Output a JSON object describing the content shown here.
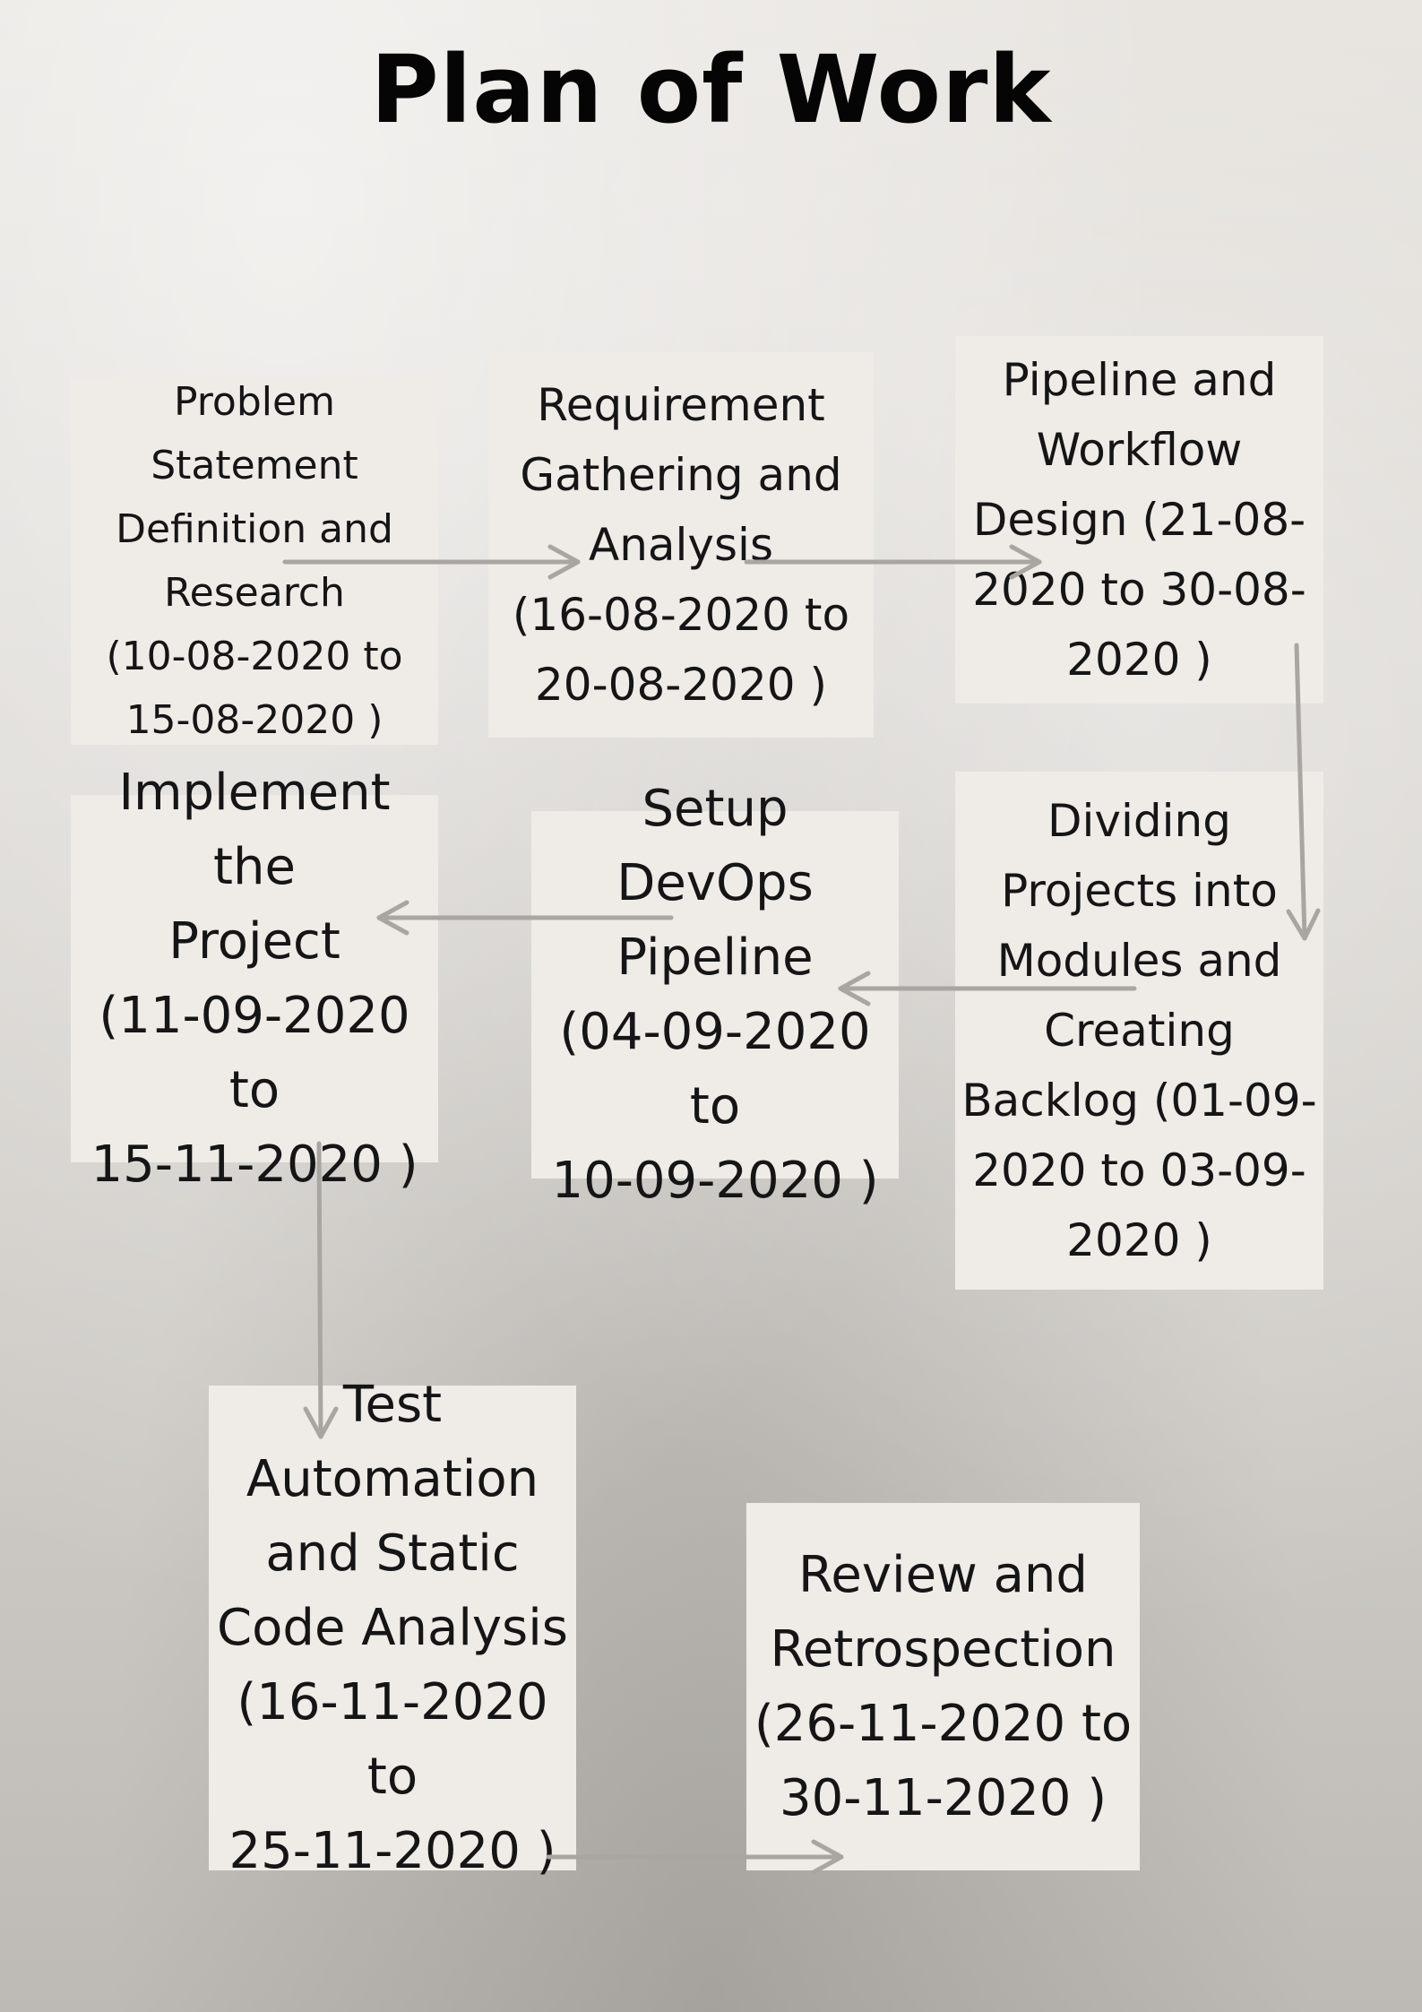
{
  "title": "Plan of Work",
  "steps": [
    {
      "text": "Problem\nStatement\nDefinition and\nResearch\n(10-08-2020 to\n15-08-2020 )"
    },
    {
      "text": "Requirement\nGathering and\nAnalysis\n(16-08-2020 to\n20-08-2020 )"
    },
    {
      "text": "Pipeline and\nWorkflow\nDesign (21-08-\n2020 to 30-08-\n2020 )"
    },
    {
      "text": "Dividing\nProjects into\nModules and\nCreating\nBacklog (01-09-\n2020 to 03-09-\n2020 )"
    },
    {
      "text": "Setup DevOps\nPipeline\n(04-09-2020 to\n10-09-2020 )"
    },
    {
      "text": "Implement the\nProject\n(11-09-2020 to\n15-11-2020 )"
    },
    {
      "text": "Test\nAutomation\nand Static\nCode Analysis\n(16-11-2020 to\n25-11-2020 )"
    },
    {
      "text": "Review and\nRetrospection\n(26-11-2020 to\n30-11-2020 )"
    }
  ],
  "connectors": [
    {
      "from": 1,
      "to": 2
    },
    {
      "from": 2,
      "to": 3
    },
    {
      "from": 3,
      "to": 4
    },
    {
      "from": 4,
      "to": 5
    },
    {
      "from": 5,
      "to": 6
    },
    {
      "from": 6,
      "to": 7
    },
    {
      "from": 7,
      "to": 8
    }
  ],
  "colors": {
    "box": "#efebe7",
    "arrow": "#a9a6a2",
    "text": "#151515",
    "title": "#050505"
  }
}
